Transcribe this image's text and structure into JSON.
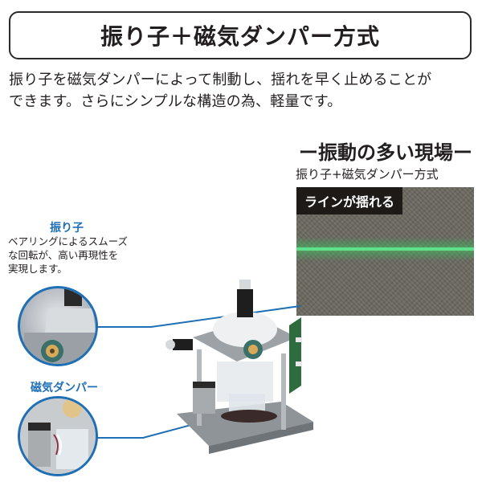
{
  "header": {
    "title": "振り子＋磁気ダンパー方式"
  },
  "description": {
    "line1": "振り子を磁気ダンパーによって制動し、揺れを早く止めることが",
    "line2": "できます。さらにシンプルな構造の為、軽量です。"
  },
  "scene": {
    "heading": "ー振動の多い現場ー",
    "subheading": "振り子+磁気ダンパー方式",
    "tag": "ラインが揺れる"
  },
  "callouts": [
    {
      "title": "振り子",
      "text_lines": [
        "ベアリングによるスムーズ",
        "な回転が、高い再現性を",
        "実現します。"
      ]
    },
    {
      "title": "磁気ダンパー"
    }
  ],
  "colors": {
    "accent": "#1f6fb5",
    "text": "#231f20",
    "wall": "#6b6960",
    "laser": "#5fe08a",
    "tag_bg": "#1e1a18"
  }
}
